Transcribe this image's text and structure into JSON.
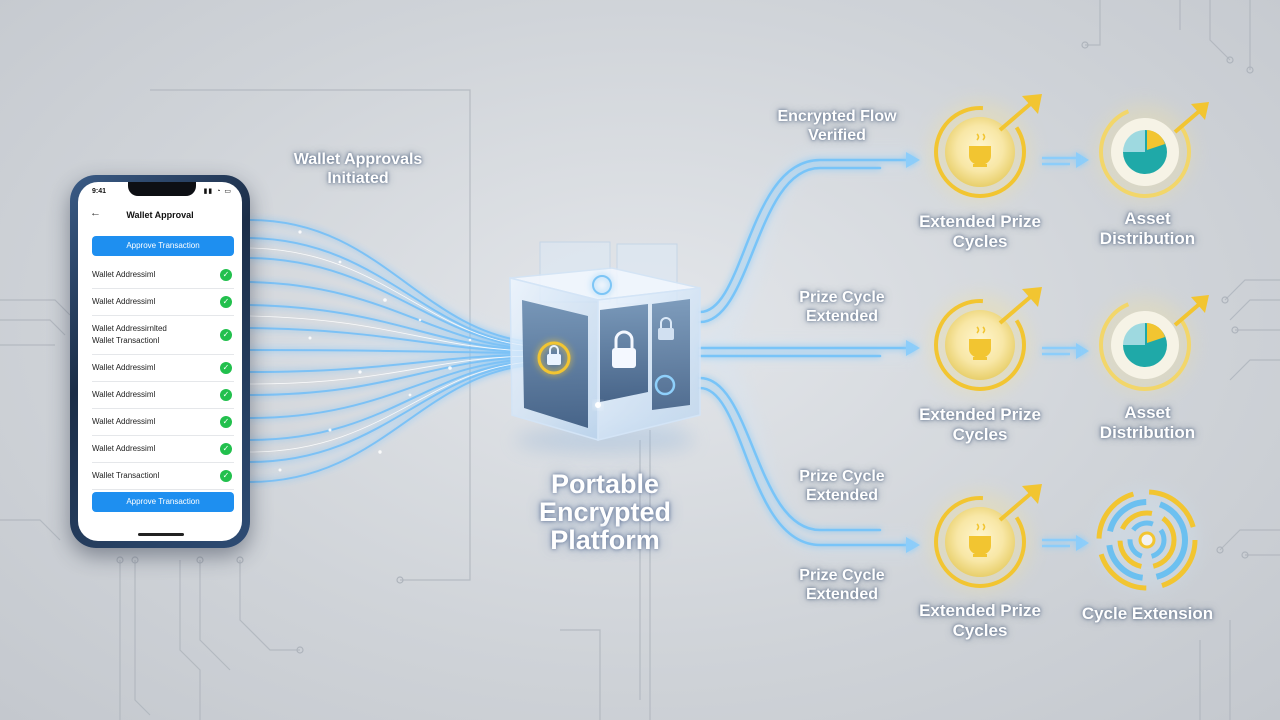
{
  "labels": {
    "wallet_approvals": "Wallet Approvals\nInitiated",
    "platform_title": "Portable\nEncrypted\nPlatform",
    "route_1": "Encrypted Flow\nVerified",
    "route_2": "Prize Cycle\nExtended",
    "route_3": "Prize Cycle\nExtended",
    "route_4": "Prize Cycle\nExtended"
  },
  "outcomes": [
    {
      "prize_label": "Extended Prize\nCycles",
      "result_label": "Asset\nDistribution",
      "result_icon": "pie-chart-icon"
    },
    {
      "prize_label": "Extended Prize\nCycles",
      "result_label": "Asset\nDistribution",
      "result_icon": "pie-chart-icon"
    },
    {
      "prize_label": "Extended Prize\nCycles",
      "result_label": "Cycle Extension",
      "result_icon": "radial-cycle-icon"
    }
  ],
  "phone": {
    "time": "9:41",
    "title": "Wallet Approval",
    "button_top": "Approve Transaction",
    "button_bottom": "Approve Transaction",
    "rows": [
      "Wallet Addressiml",
      "Wallet Addressiml",
      "Wallet Addressirnlted\nWallet Transactionl",
      "Wallet Addressiml",
      "Wallet Addressiml",
      "Wallet Addressiml",
      "Wallet Addressiml",
      "Wallet Transactionl"
    ]
  },
  "colors": {
    "flow": "#5fb4f6",
    "gold": "#f2c531",
    "teal": "#1fa9a8",
    "button": "#1e8ff0",
    "check": "#22c04d"
  }
}
